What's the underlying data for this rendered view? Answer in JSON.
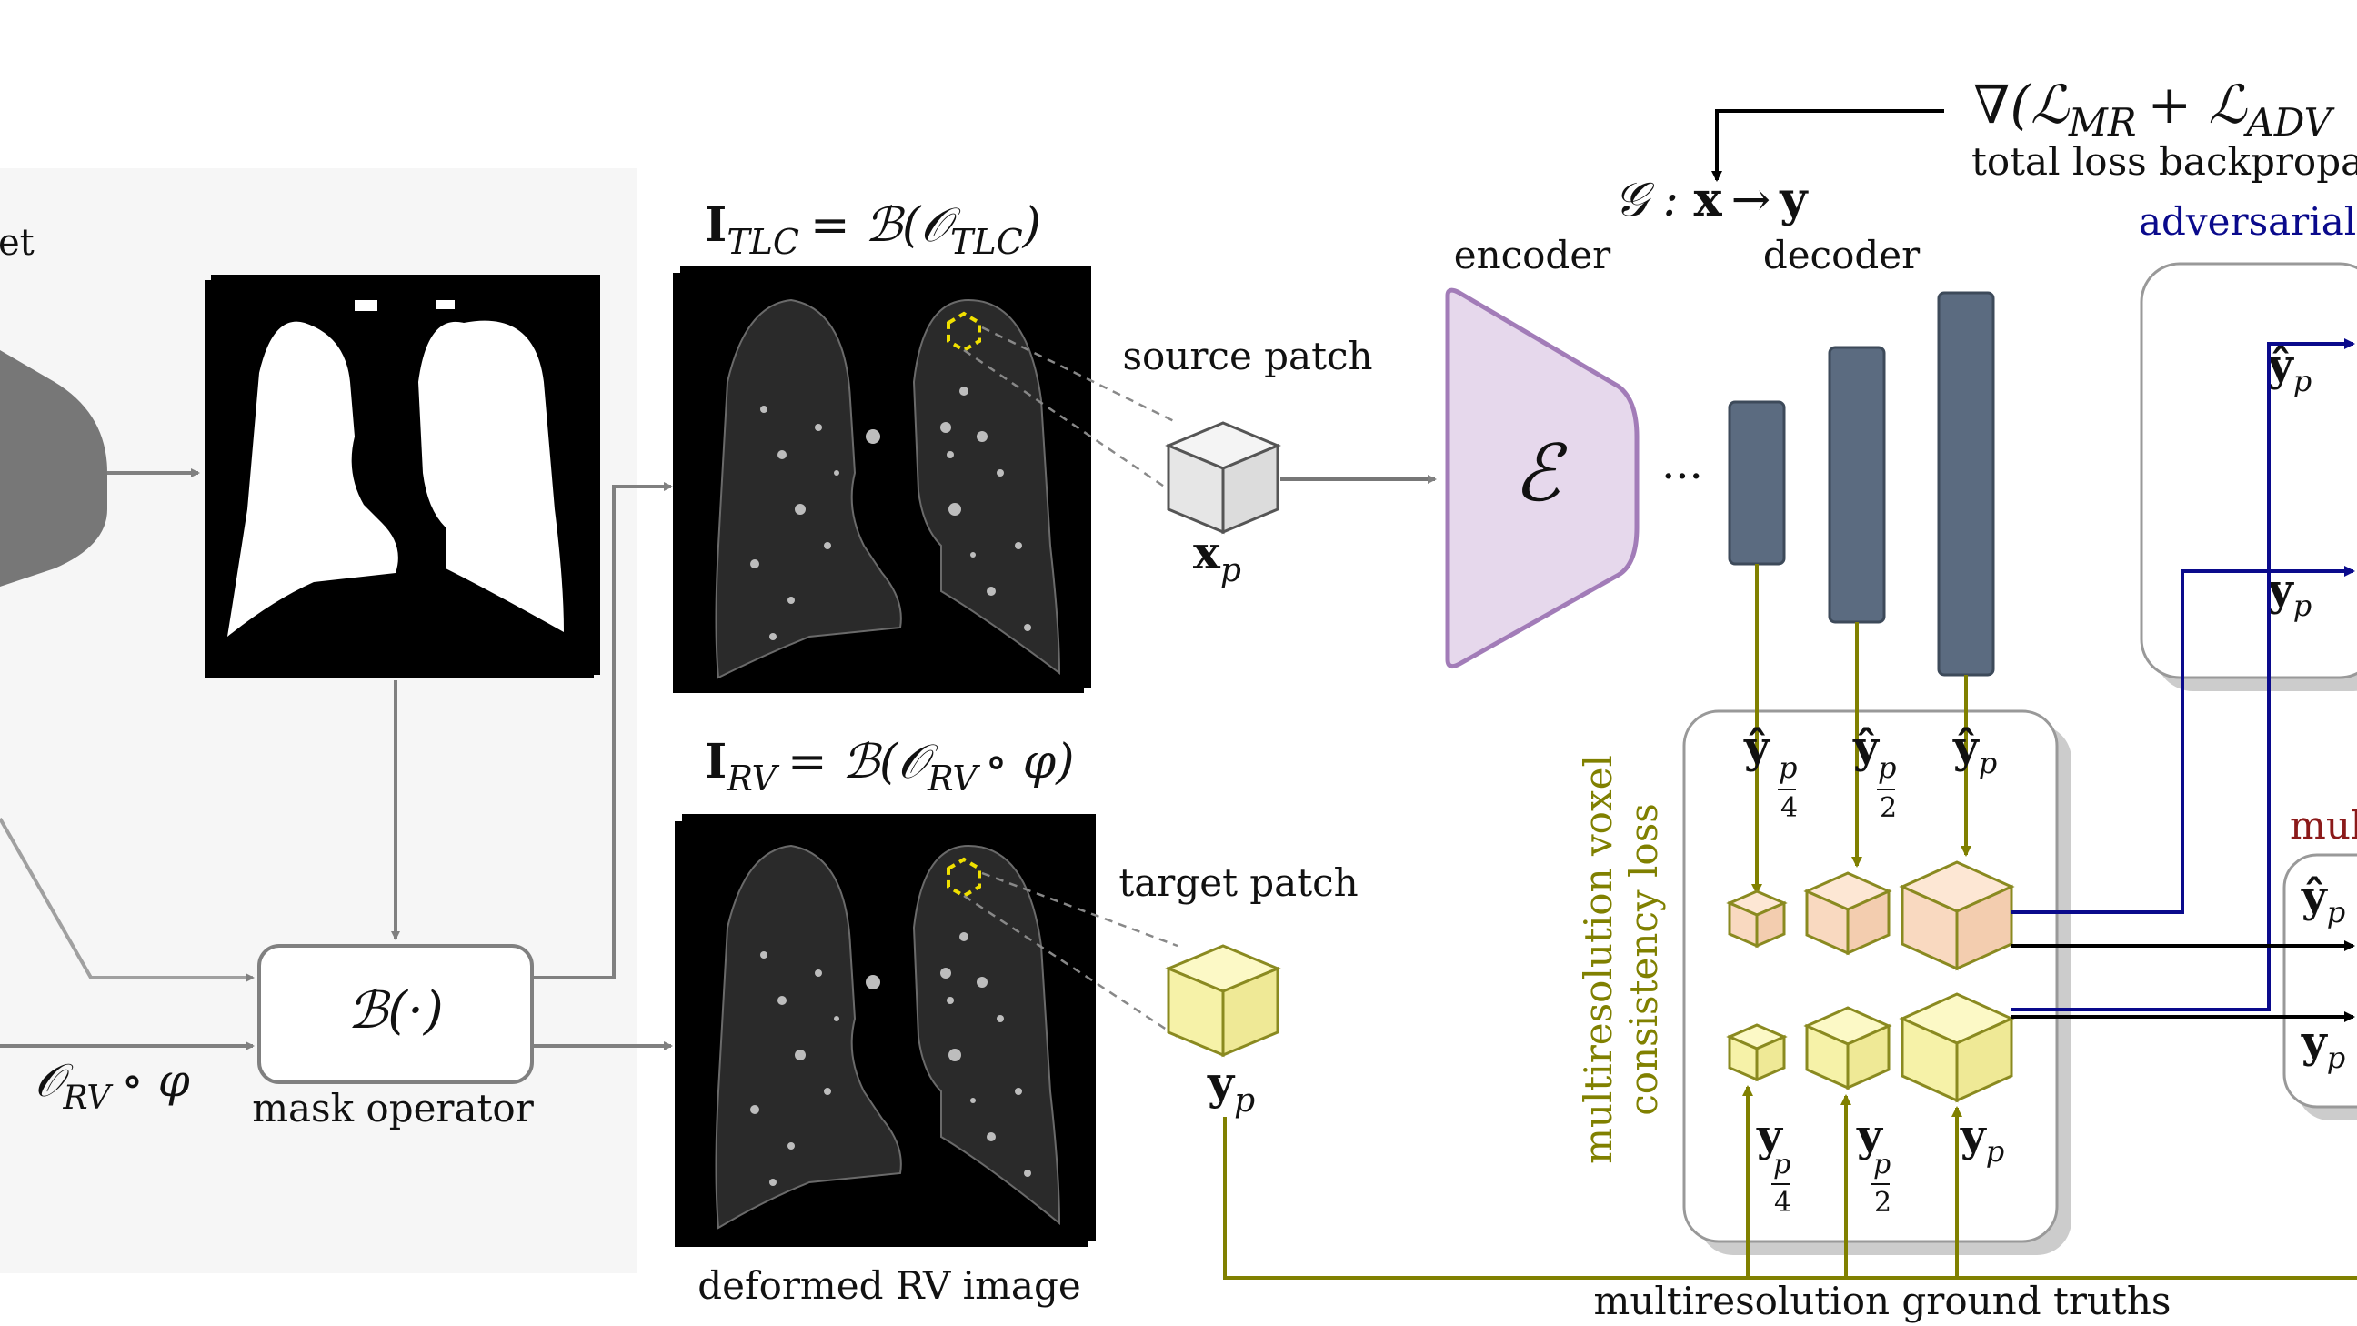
{
  "left_panel": {
    "partial_label": "et",
    "input_label": "𝒪_{RV} ∘ φ",
    "input_main": "𝒪",
    "input_sub": "RV",
    "input_tail": "∘ φ"
  },
  "mask_operator": {
    "symbol": "ℬ(·)",
    "caption": "mask operator"
  },
  "tlc_image": {
    "title_main": "I",
    "title_sub": "TLC",
    "title_rest": "= ℬ(𝒪",
    "title_rest_sub": "TLC",
    "title_end": ")"
  },
  "rv_image": {
    "title_main": "I",
    "title_sub": "RV",
    "title_rest": "= ℬ(𝒪",
    "title_rest_sub": "RV",
    "title_end": "∘ φ)",
    "caption": "deformed RV image"
  },
  "source_patch": {
    "label": "source patch",
    "var_main": "x",
    "var_sub": "p"
  },
  "target_patch": {
    "label": "target patch",
    "var_main": "y",
    "var_sub": "p"
  },
  "generator": {
    "mapping_main": "𝒢 : ",
    "mapping_x": "x",
    "mapping_arrow": "→",
    "mapping_y": "y",
    "encoder_label": "encoder",
    "decoder_label": "decoder",
    "encoder_symbol": "ℰ",
    "dots": "···"
  },
  "loss": {
    "gradient_text": "∇(ℒ",
    "gradient_sub1": "MR",
    "gradient_plus": "+ ℒ",
    "gradient_sub2": "ADV",
    "backprop_label": "total loss backpropaga",
    "adversarial_label": "adversarial l",
    "multires_label": "mul"
  },
  "consistency": {
    "vertical_label_1": "multiresolution voxel",
    "vertical_label_2": "consistency loss",
    "pred_main": "ŷ",
    "gt_main": "y",
    "sub_p": "p",
    "frac_num": "p",
    "frac_4": "4",
    "frac_2": "2"
  },
  "ground_truths_label": "multiresolution ground truths",
  "colors": {
    "olive": "#808000",
    "navy": "#0a0a8c",
    "encoder_fill": "#e6d8ec",
    "encoder_stroke": "#a27cb8",
    "decoder_bar": "#5b6b80",
    "pred_cube": "#f9d9c0",
    "gt_cube": "#fbf7b8",
    "dark_red": "#8b1a1a"
  }
}
